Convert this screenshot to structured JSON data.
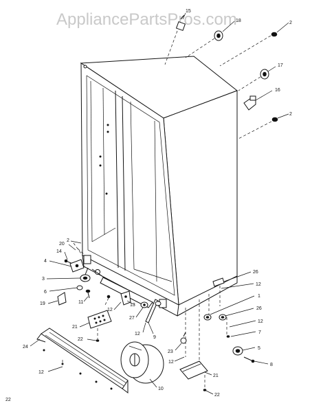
{
  "watermark": "AppliancePartsPros.com",
  "page_number": "22",
  "callouts": [
    {
      "id": "c15",
      "label": "15"
    },
    {
      "id": "c18",
      "label": "18"
    },
    {
      "id": "c2a",
      "label": "2"
    },
    {
      "id": "c17",
      "label": "17"
    },
    {
      "id": "c16",
      "label": "16"
    },
    {
      "id": "c2b",
      "label": "2"
    },
    {
      "id": "c20",
      "label": "20"
    },
    {
      "id": "c2c",
      "label": "2"
    },
    {
      "id": "c14",
      "label": "14"
    },
    {
      "id": "c4",
      "label": "4"
    },
    {
      "id": "c3",
      "label": "3"
    },
    {
      "id": "c6",
      "label": "6"
    },
    {
      "id": "c19",
      "label": "19"
    },
    {
      "id": "c11",
      "label": "11"
    },
    {
      "id": "c12a",
      "label": "12"
    },
    {
      "id": "c13",
      "label": "13"
    },
    {
      "id": "c27",
      "label": "27"
    },
    {
      "id": "c9",
      "label": "9"
    },
    {
      "id": "c12b",
      "label": "12"
    },
    {
      "id": "c21a",
      "label": "21"
    },
    {
      "id": "c22a",
      "label": "22"
    },
    {
      "id": "c24",
      "label": "24"
    },
    {
      "id": "c12c",
      "label": "12"
    },
    {
      "id": "c10",
      "label": "10"
    },
    {
      "id": "c23",
      "label": "23"
    },
    {
      "id": "c12d",
      "label": "12"
    },
    {
      "id": "c21b",
      "label": "21"
    },
    {
      "id": "c22b",
      "label": "22"
    },
    {
      "id": "c26a",
      "label": "26"
    },
    {
      "id": "c12e",
      "label": "12"
    },
    {
      "id": "c1",
      "label": "1"
    },
    {
      "id": "c26b",
      "label": "26"
    },
    {
      "id": "c12f",
      "label": "12"
    },
    {
      "id": "c7",
      "label": "7"
    },
    {
      "id": "c5",
      "label": "5"
    },
    {
      "id": "c8",
      "label": "8"
    }
  ]
}
